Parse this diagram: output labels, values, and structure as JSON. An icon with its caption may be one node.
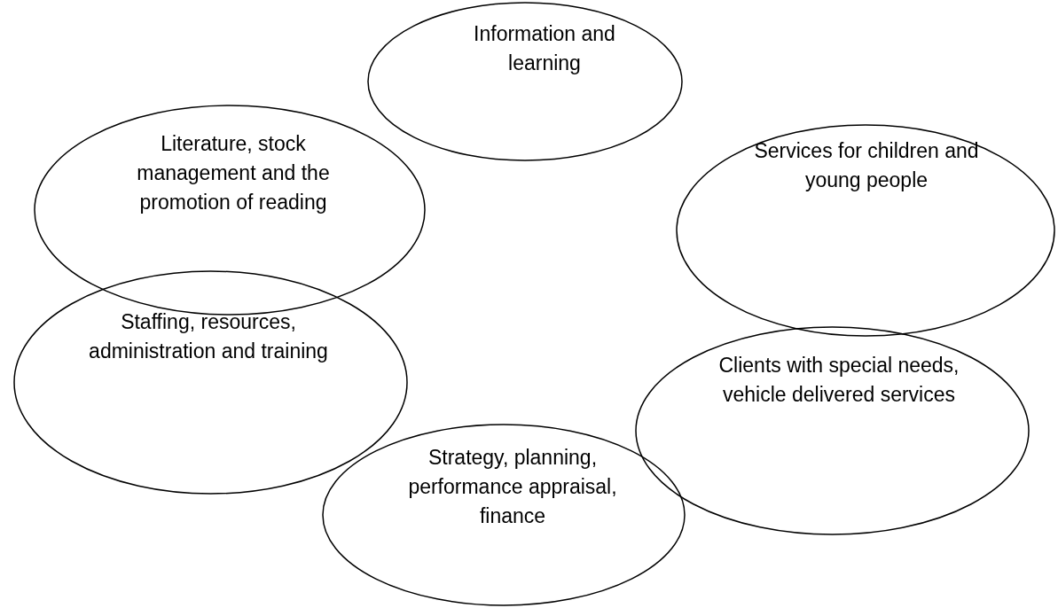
{
  "diagram": {
    "nodes": [
      {
        "text": [
          "Information and learning"
        ]
      },
      {
        "text": [
          "Literature, stock management and the promotion of reading"
        ]
      },
      {
        "text": [
          "Services for children and young people"
        ]
      },
      {
        "text": [
          "Staffing, resources, administration and training"
        ]
      },
      {
        "text": [
          "Clients with special needs, vehicle delivered services"
        ]
      },
      {
        "text": [
          "Strategy, planning, performance appraisal, finance"
        ]
      }
    ],
    "edges": []
  }
}
